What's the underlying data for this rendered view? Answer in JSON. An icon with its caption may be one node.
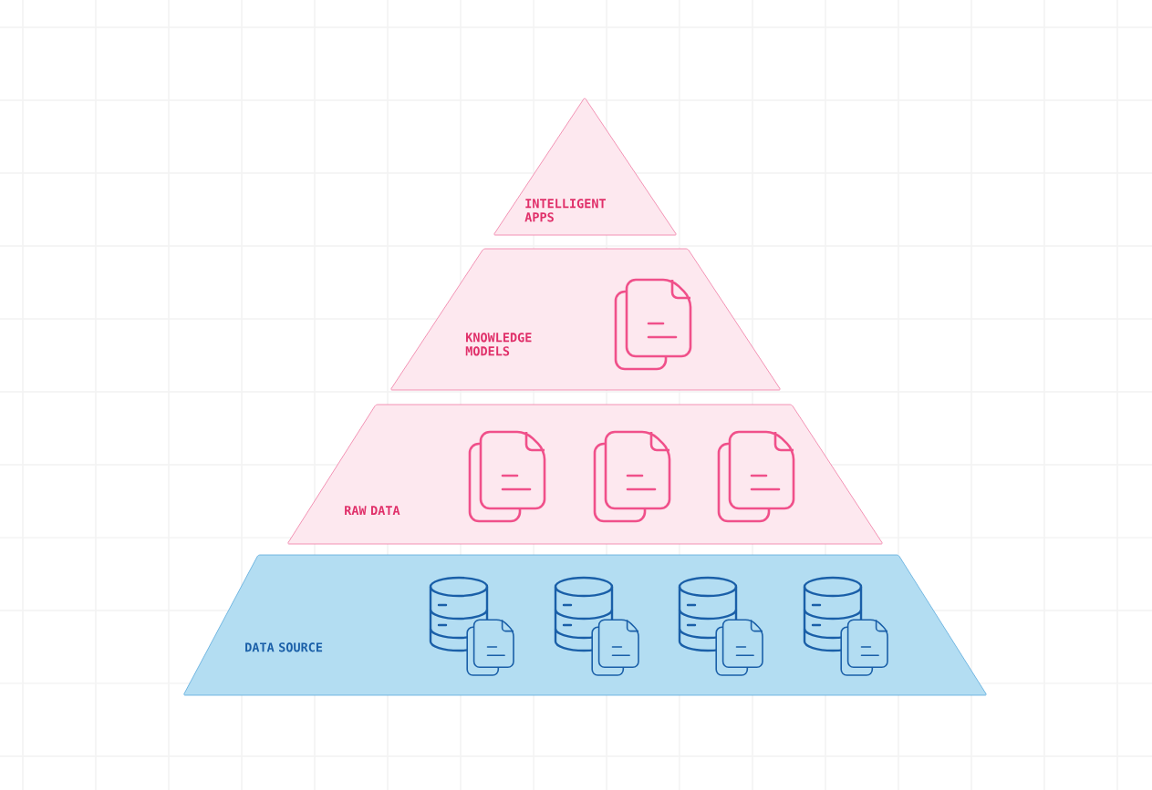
{
  "diagram": {
    "nodes": [
      {
        "text": [
          "INTELLIGENT APPS"
        ]
      },
      {
        "text": [
          "KNOWLEDGE MODELS"
        ]
      },
      {
        "text": [
          "RAW DATA"
        ]
      },
      {
        "text": [
          "DATA SOURCE"
        ]
      }
    ]
  }
}
